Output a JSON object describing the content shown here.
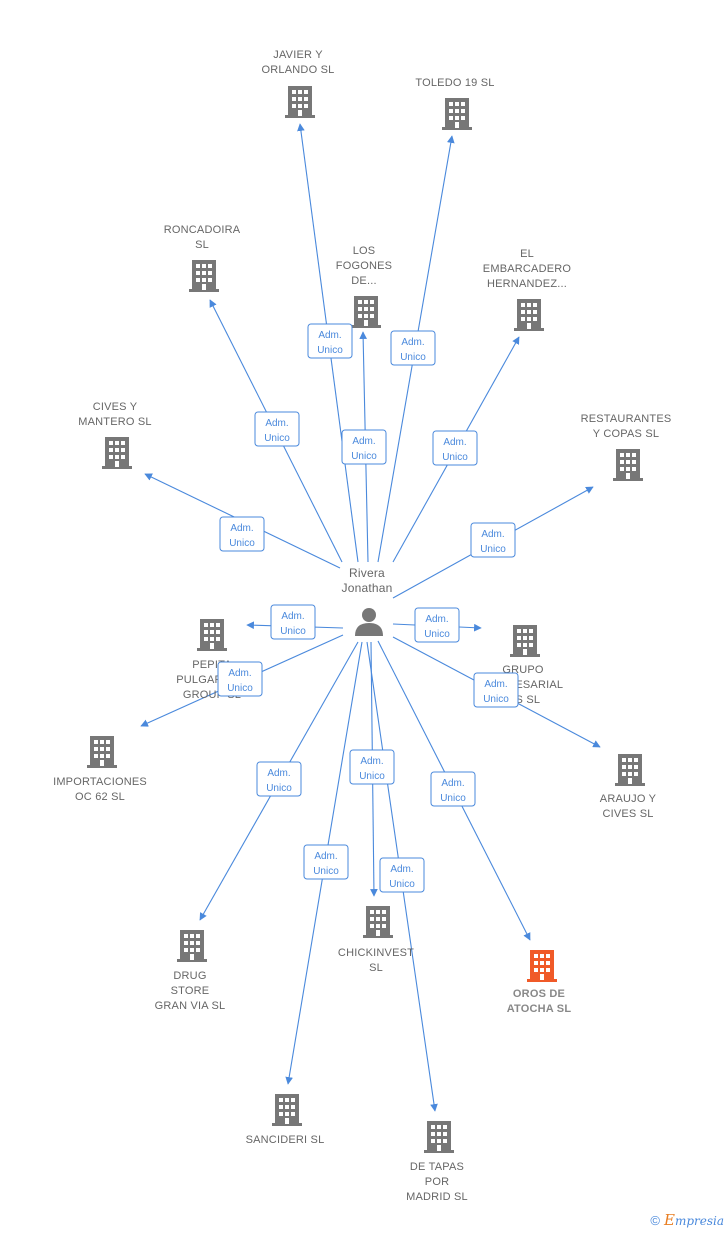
{
  "person": {
    "name_line1": "Rivera",
    "name_line2": "Jonathan"
  },
  "role_label": {
    "line1": "Adm.",
    "line2": "Unico"
  },
  "colors": {
    "edge": "#4a89dc",
    "building": "#777777",
    "highlight": "#f05a28"
  },
  "nodes": [
    {
      "id": "javier",
      "lines": [
        "JAVIER Y",
        "ORLANDO SL"
      ]
    },
    {
      "id": "toledo",
      "lines": [
        "TOLEDO 19  SL"
      ]
    },
    {
      "id": "roncadoira",
      "lines": [
        "RONCADOIRA",
        "SL"
      ]
    },
    {
      "id": "fogones",
      "lines": [
        "LOS",
        "FOGONES",
        "DE..."
      ]
    },
    {
      "id": "embarcadero",
      "lines": [
        "EL",
        "EMBARCADERO",
        "HERNANDEZ..."
      ]
    },
    {
      "id": "cives_mantero",
      "lines": [
        "CIVES Y",
        "MANTERO SL"
      ]
    },
    {
      "id": "restaurantes",
      "lines": [
        "RESTAURANTES",
        "Y COPAS SL"
      ]
    },
    {
      "id": "pepita",
      "lines": [
        "PEPITA",
        "PULGARCITA",
        "GROUP SL"
      ]
    },
    {
      "id": "grupo",
      "lines": [
        "GRUPO",
        "EMPRESARIAL",
        "...S SL"
      ]
    },
    {
      "id": "importaciones",
      "lines": [
        "IMPORTACIONES",
        "OC 62  SL"
      ]
    },
    {
      "id": "araujo",
      "lines": [
        "ARAUJO Y",
        "CIVES SL"
      ]
    },
    {
      "id": "chickinvest",
      "lines": [
        "CHICKINVEST",
        "SL"
      ]
    },
    {
      "id": "drug",
      "lines": [
        "DRUG",
        "STORE",
        "GRAN VIA  SL"
      ]
    },
    {
      "id": "oros",
      "lines": [
        "OROS DE",
        "ATOCHA  SL"
      ],
      "highlight": true
    },
    {
      "id": "sancideri",
      "lines": [
        "SANCIDERI  SL"
      ]
    },
    {
      "id": "tapas",
      "lines": [
        "DE TAPAS",
        "POR",
        "MADRID  SL"
      ]
    }
  ],
  "footer": {
    "copyright": "©",
    "brand_first": "E",
    "brand_rest": "mpresia"
  }
}
